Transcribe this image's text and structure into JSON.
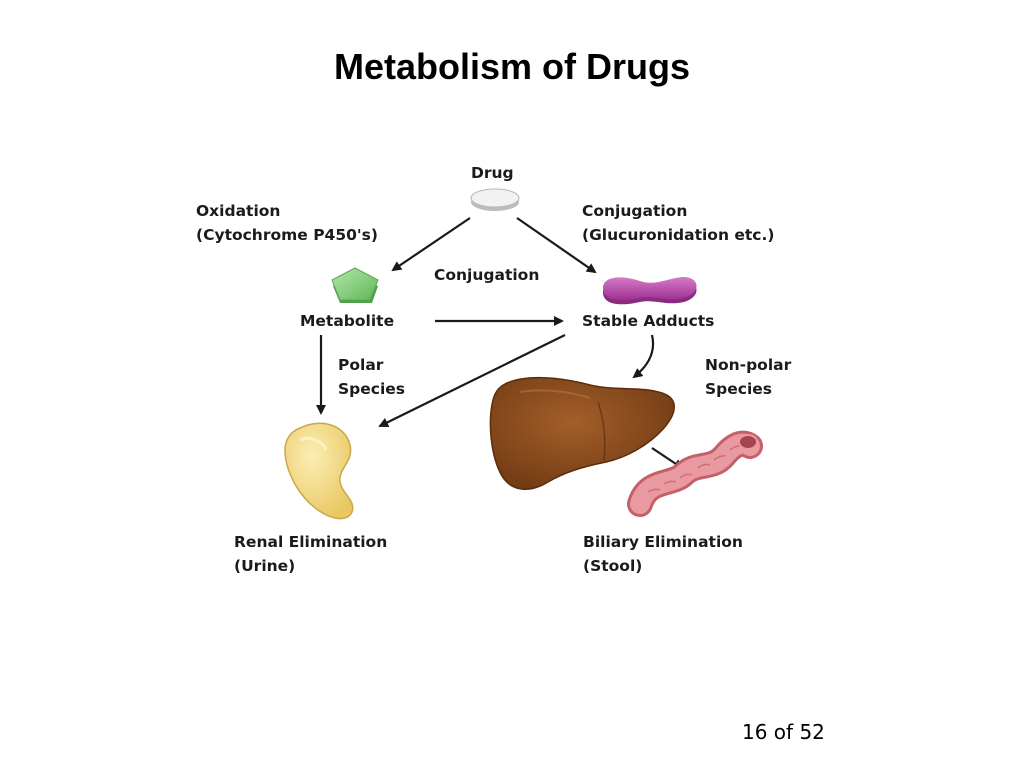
{
  "slide": {
    "title": "Metabolism of Drugs",
    "page_indicator": "16 of 52"
  },
  "diagram": {
    "drug": "Drug",
    "oxidation": {
      "line1": "Oxidation",
      "line2": "(Cytochrome P450's)"
    },
    "conjugation_right": {
      "line1": "Conjugation",
      "line2": "(Glucuronidation etc.)"
    },
    "conjugation_middle": "Conjugation",
    "metabolite": "Metabolite",
    "stable_adducts": "Stable Adducts",
    "polar_species": {
      "line1": "Polar",
      "line2": "Species"
    },
    "nonpolar_species": {
      "line1": "Non-polar",
      "line2": "Species"
    },
    "renal_elimination": {
      "line1": "Renal Elimination",
      "line2": "(Urine)"
    },
    "biliary_elimination": {
      "line1": "Biliary Elimination",
      "line2": "(Stool)"
    }
  },
  "colors": {
    "pill": "#ececec",
    "metabolite": "#8fd48a",
    "adduct": "#c04fb3",
    "kidney": "#f3dc8a",
    "liver": "#8b4a1c",
    "intestine": "#e2858c",
    "arrow": "#1a1a1a"
  }
}
